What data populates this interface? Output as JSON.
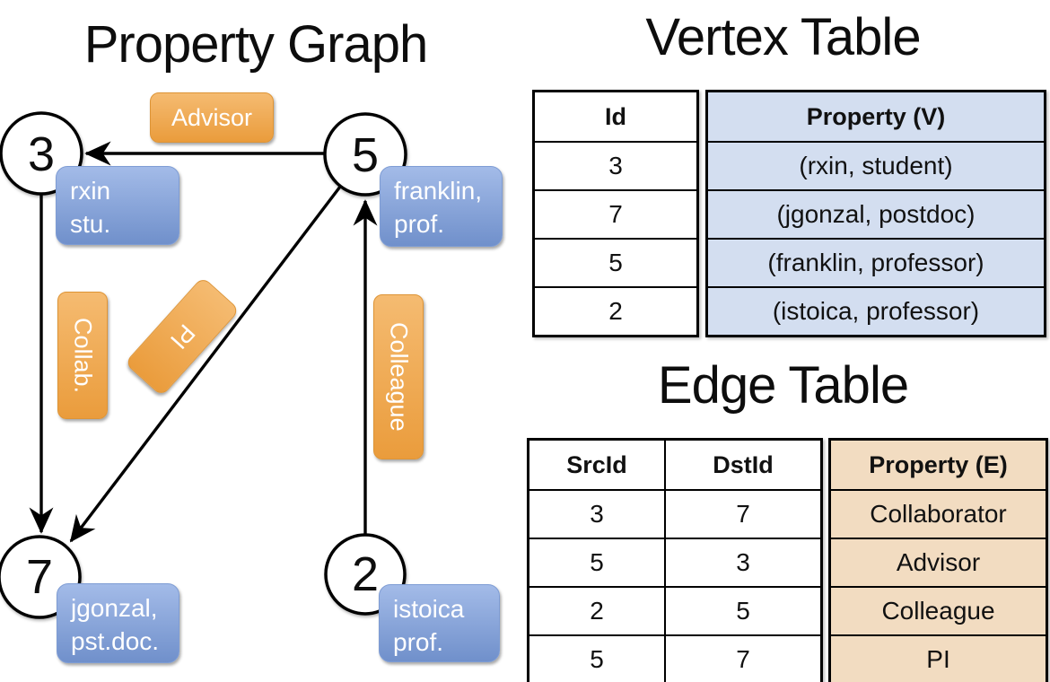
{
  "graph": {
    "title": "Property Graph",
    "nodes": [
      {
        "id": "3"
      },
      {
        "id": "5"
      },
      {
        "id": "7"
      },
      {
        "id": "2"
      }
    ],
    "node_properties": [
      {
        "line1": "rxin",
        "line2": "stu."
      },
      {
        "line1": "franklin,",
        "line2": "prof."
      },
      {
        "line1": "jgonzal,",
        "line2": "pst.doc."
      },
      {
        "line1": "istoica",
        "line2": "prof."
      }
    ],
    "edge_labels": [
      {
        "text": "Advisor"
      },
      {
        "text": "Collab."
      },
      {
        "text": "PI"
      },
      {
        "text": "Colleague"
      }
    ]
  },
  "vertex_table": {
    "title": "Vertex Table",
    "columns": {
      "id": "Id",
      "property": "Property (V)"
    },
    "rows": [
      {
        "id": "3",
        "property": "(rxin, student)"
      },
      {
        "id": "7",
        "property": "(jgonzal, postdoc)"
      },
      {
        "id": "5",
        "property": "(franklin, professor)"
      },
      {
        "id": "2",
        "property": "(istoica, professor)"
      }
    ]
  },
  "edge_table": {
    "title": "Edge Table",
    "columns": {
      "src": "SrcId",
      "dst": "DstId",
      "property": "Property (E)"
    },
    "rows": [
      {
        "src": "3",
        "dst": "7",
        "property": "Collaborator"
      },
      {
        "src": "5",
        "dst": "3",
        "property": "Advisor"
      },
      {
        "src": "2",
        "dst": "5",
        "property": "Colleague"
      },
      {
        "src": "5",
        "dst": "7",
        "property": "PI"
      }
    ]
  },
  "colors": {
    "edge_accent": "#EDA44A",
    "edge_accent_light": "#F5BB71",
    "edge_accent_dark": "#EA9C3C",
    "edge_border": "#DE9435",
    "vertex_accent": "#86A3D8",
    "vertex_accent_light": "#A3BBE8",
    "vertex_accent_dark": "#7090CB",
    "vertex_border": "#7E9CD4",
    "vertex_cell_bg": "#D3DEF0",
    "edge_cell_bg": "#F2DCC1",
    "ink": "#000000"
  }
}
